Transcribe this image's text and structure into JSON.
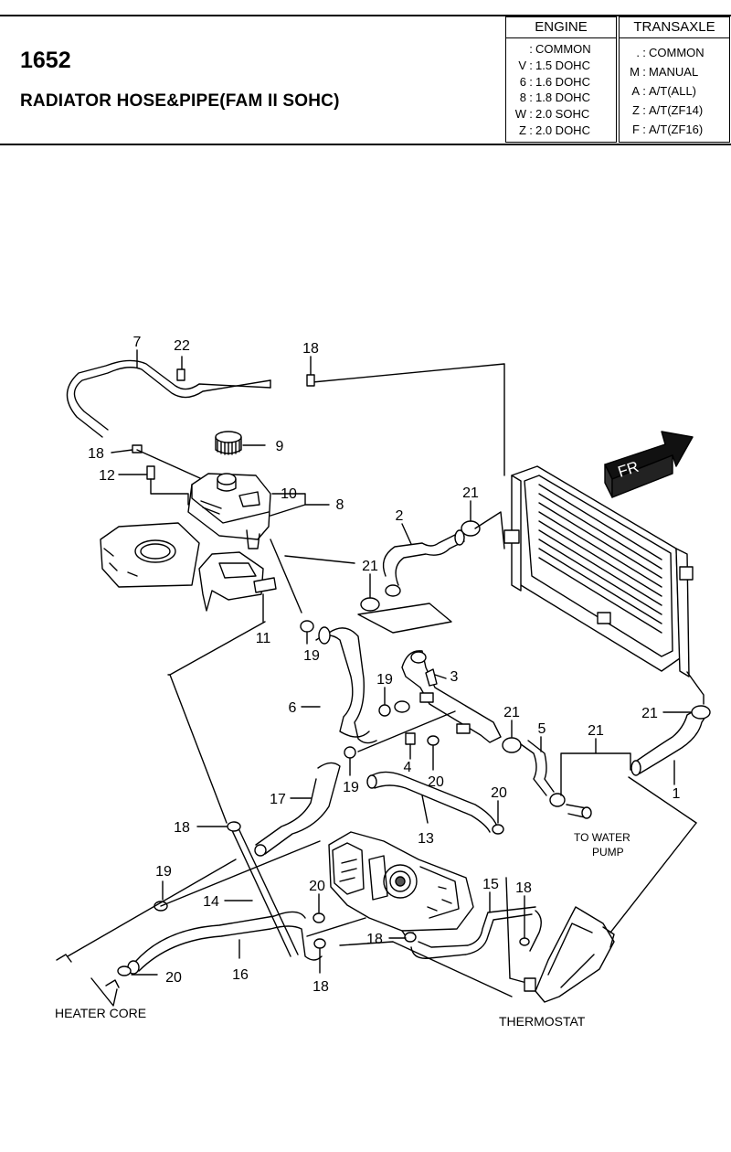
{
  "header": {
    "code": "1652",
    "title": "RADIATOR HOSE&PIPE(FAM II SOHC)",
    "engine": {
      "heading": "ENGINE",
      "rows": [
        {
          "key": "",
          "value": "COMMON"
        },
        {
          "key": "V",
          "value": "1.5 DOHC"
        },
        {
          "key": "6",
          "value": "1.6 DOHC"
        },
        {
          "key": "8",
          "value": "1.8 DOHC"
        },
        {
          "key": "W",
          "value": "2.0 SOHC"
        },
        {
          "key": "Z",
          "value": "2.0 DOHC"
        }
      ]
    },
    "transaxle": {
      "heading": "TRANSAXLE",
      "rows": [
        {
          "key": ".",
          "value": "COMMON"
        },
        {
          "key": "M",
          "value": "MANUAL"
        },
        {
          "key": "A",
          "value": "A/T(ALL)"
        },
        {
          "key": "Z",
          "value": "A/T(ZF14)"
        },
        {
          "key": "F",
          "value": "A/T(ZF16)"
        }
      ]
    }
  },
  "diagram": {
    "fr_label": "FR",
    "part_numbers": {
      "p7": "7",
      "p22": "22",
      "p18a": "18",
      "p9": "9",
      "p18b": "18",
      "p12": "12",
      "p10": "10",
      "p8": "8",
      "p21a": "21",
      "p2": "2",
      "p21b": "21",
      "p11": "11",
      "p19a": "19",
      "p19b": "19",
      "p3": "3",
      "p6": "6",
      "p21c": "21",
      "p5": "5",
      "p21d": "21",
      "p21e": "21",
      "p4": "4",
      "p19c": "19",
      "p20a": "20",
      "p17": "17",
      "p20b": "20",
      "p1": "1",
      "p13": "13",
      "p18c": "18",
      "p19d": "19",
      "p20c": "20",
      "p15": "15",
      "p18d": "18",
      "p14": "14",
      "p18e": "18",
      "p16": "16",
      "p20d": "20",
      "p18f": "18"
    },
    "labels": {
      "to_water_pump_1": "TO  WATER",
      "to_water_pump_2": "PUMP",
      "heater_core": "HEATER CORE",
      "thermostat": "THERMOSTAT"
    }
  }
}
